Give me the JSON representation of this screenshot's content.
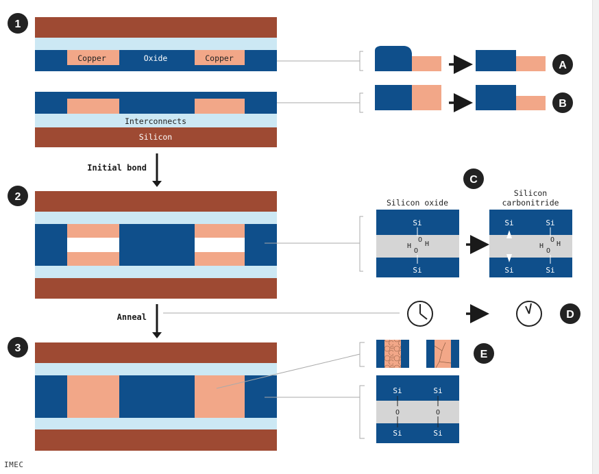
{
  "colors": {
    "silicon": "#9e4a33",
    "interconnect": "#cce8f4",
    "oxide": "#0f4f8b",
    "copper": "#f2a788",
    "oxide_gap": "#d5d5d5",
    "badge": "#222222",
    "arrow": "#1a1a1a",
    "line": "#aaaaaa"
  },
  "steps": [
    "1",
    "2",
    "3"
  ],
  "labels": {
    "copper_left": "Copper",
    "oxide": "Oxide",
    "copper_right": "Copper",
    "interconnects": "Interconnects",
    "silicon": "Silicon",
    "initial_bond": "Initial bond",
    "anneal": "Anneal"
  },
  "callouts": {
    "A": "A",
    "B": "B",
    "C": "C",
    "D": "D",
    "E": "E"
  },
  "chemistry": {
    "silicon_oxide_title": "Silicon oxide",
    "silicon_carbonitride_title_line1": "Silicon",
    "silicon_carbonitride_title_line2": "carbonitride",
    "si": "Si",
    "o": "O",
    "h": "H"
  },
  "icons": {
    "clock_before": "clock-icon",
    "clock_after": "clock-fast-icon"
  },
  "credit": "IMEC"
}
